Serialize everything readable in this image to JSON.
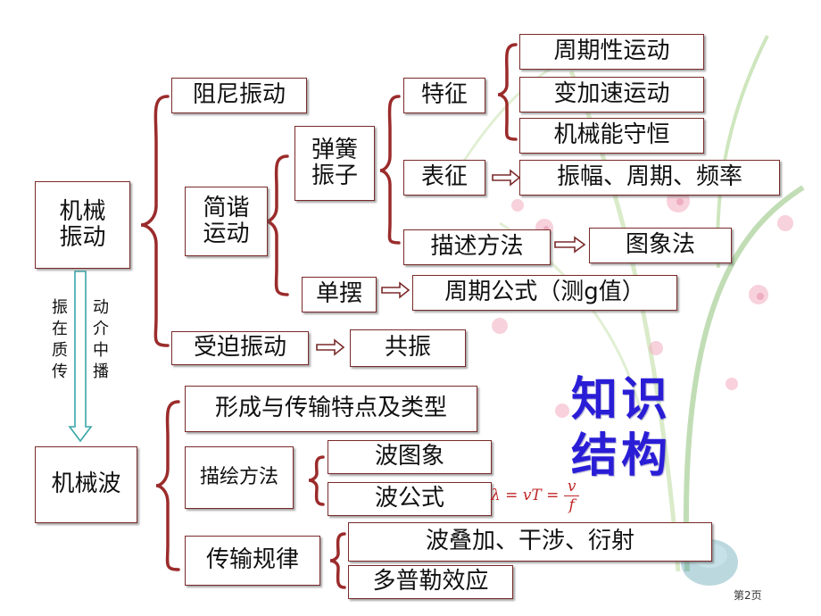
{
  "root": {
    "line1": "机械",
    "line2": "振动"
  },
  "damped": "阻尼振动",
  "shm": {
    "line1": "简谐",
    "line2": "运动"
  },
  "spring": {
    "line1": "弹簧",
    "line2": "振子"
  },
  "feature": "特征",
  "feature_items": [
    "周期性运动",
    "变加速运动",
    "机械能守恒"
  ],
  "representation": "表征",
  "representation_value": "振幅、周期、频率",
  "description": "描述方法",
  "description_value": "图象法",
  "pendulum": "单摆",
  "pendulum_value": "周期公式（测g值）",
  "forced": "受迫振动",
  "forced_value": "共振",
  "transfer_note": {
    "left": "振在质传",
    "right": "动介中播"
  },
  "wave": "机械波",
  "formation": "形成与传输特点及类型",
  "drawing_method": "描绘方法",
  "wave_graph": "波图象",
  "wave_formula": "波公式",
  "formula_text": {
    "lhs": "λ = vT = ",
    "num": "v",
    "den": "f"
  },
  "transmission_law": "传输规律",
  "transmission_items": [
    "波叠加、干涉、衍射",
    "多普勒效应"
  ],
  "title": {
    "line1": "知识",
    "line2": "结构"
  },
  "page_label": "第2页",
  "colors": {
    "bracket": "#9b2b2b",
    "title": "#2a1dd6",
    "arrow": "#7a2a2a",
    "downArrow": "#3aa6a6"
  }
}
